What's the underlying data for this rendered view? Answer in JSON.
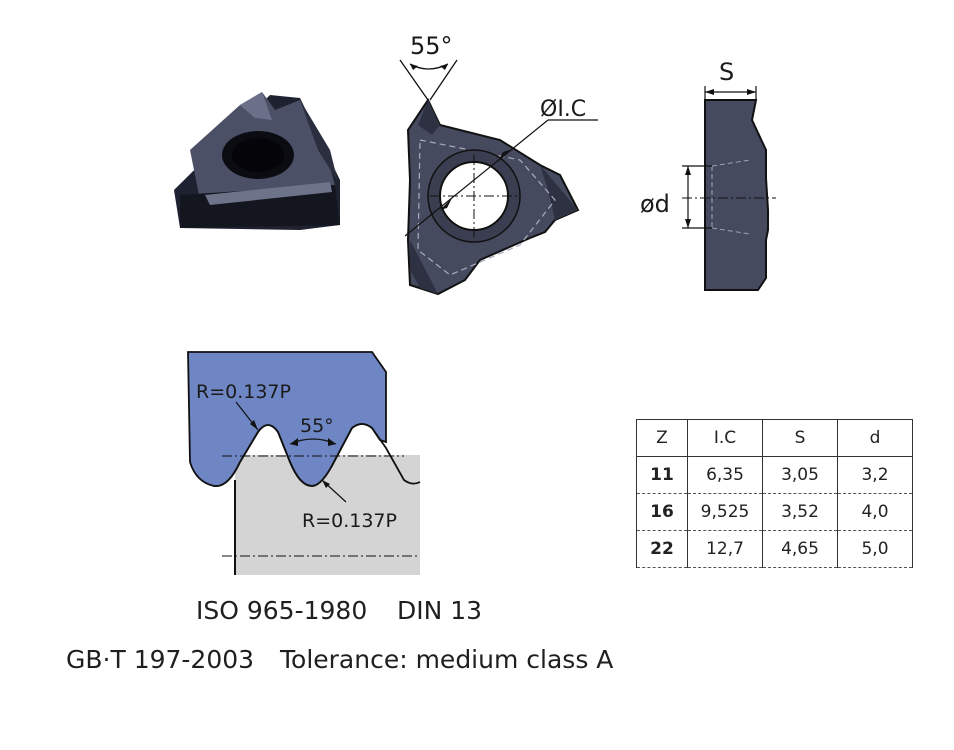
{
  "labels": {
    "angle_top": "55°",
    "ic_label": "ØI.C",
    "s_label": "S",
    "d_label": "ød",
    "radius_top": "R=0.137P",
    "angle_profile": "55°",
    "radius_bottom": "R=0.137P"
  },
  "standards": {
    "line1_a": "ISO 965-1980",
    "line1_b": "DIN 13",
    "line2_a": "GB·T 197-2003",
    "line2_b": "Tolerance: medium class A"
  },
  "table": {
    "headers": [
      "Z",
      "I.C",
      "S",
      "d"
    ],
    "rows": [
      [
        "11",
        "6,35",
        "3,05",
        "3,2"
      ],
      [
        "16",
        "9,525",
        "3,52",
        "4,0"
      ],
      [
        "22",
        "12,7",
        "4,65",
        "5,0"
      ]
    ]
  },
  "colors": {
    "insert_body": "#454a5e",
    "insert_dark": "#2c2f3d",
    "profile_blue": "#6f86c4",
    "profile_grey": "#d4d4d4"
  }
}
